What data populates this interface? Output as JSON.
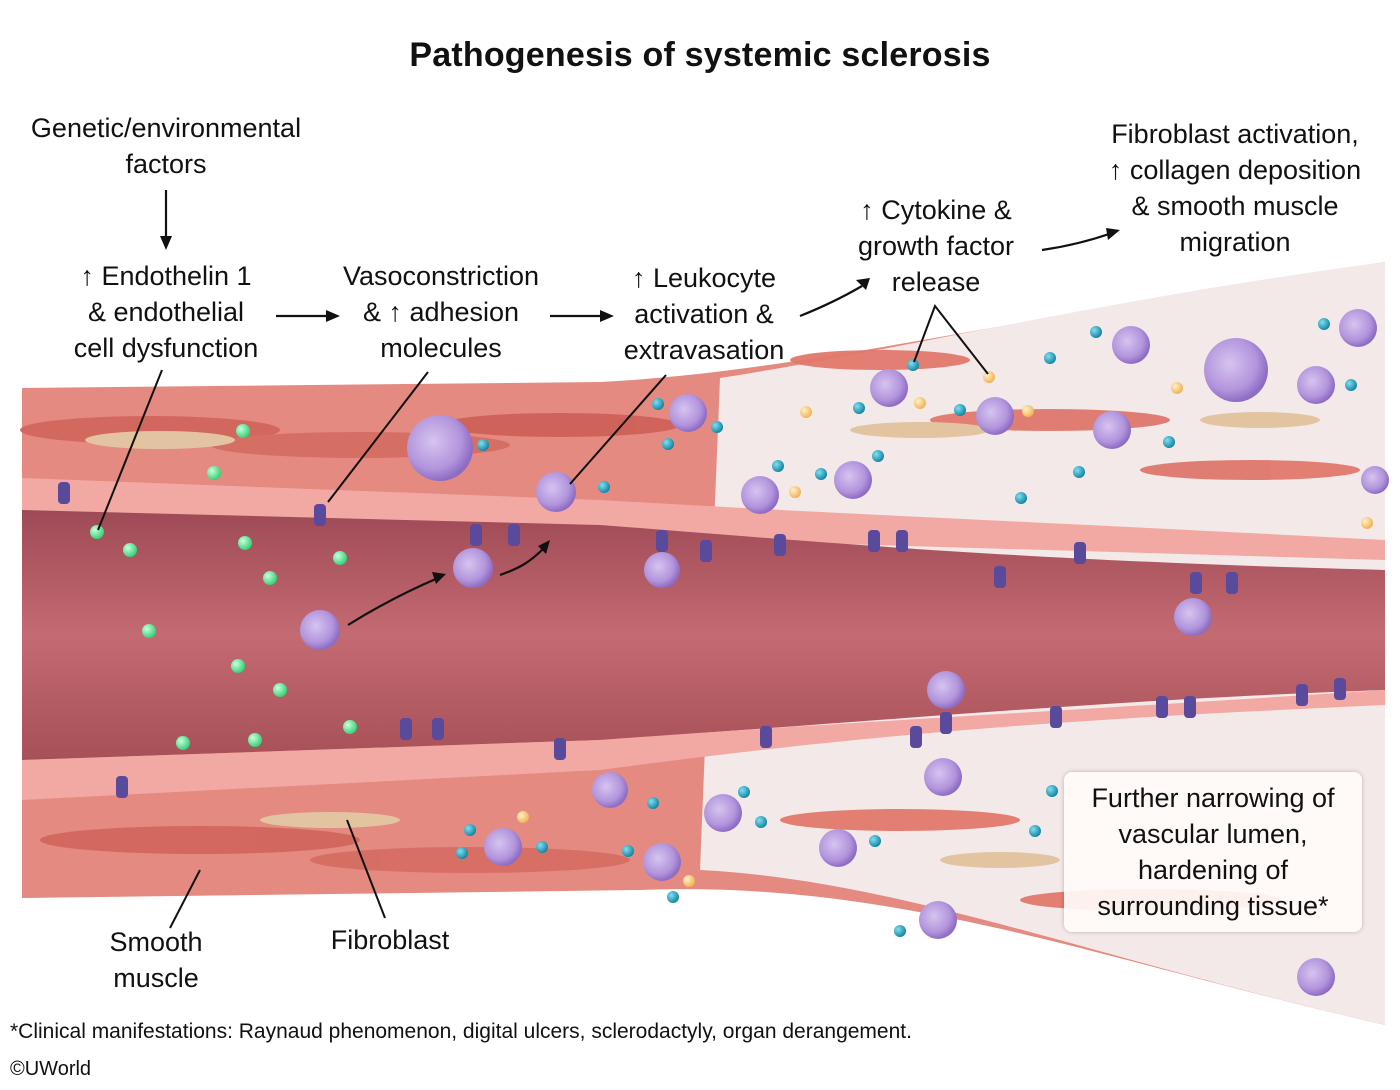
{
  "title": "Pathogenesis of systemic sclerosis",
  "labels": {
    "genetic": "Genetic/environmental\nfactors",
    "endothelin": "↑ Endothelin 1\n& endothelial\ncell dysfunction",
    "vasoconstriction": "Vasoconstriction\n& ↑ adhesion\nmolecules",
    "leukocyte": "↑ Leukocyte\nactivation &\nextravasation",
    "cytokine": "↑ Cytokine &\ngrowth factor\nrelease",
    "fibroblast_activation": "Fibroblast activation,\n↑ collagen deposition\n& smooth muscle\nmigration",
    "smooth_muscle": "Smooth\nmuscle",
    "fibroblast": "Fibroblast",
    "callout": "Further narrowing of\nvascular lumen,\nhardening of\nsurrounding tissue*"
  },
  "footnote": "*Clinical manifestations: Raynaud phenomenon, digital ulcers, sclerodactyly, organ derangement.",
  "copyright": "©UWorld",
  "colors": {
    "smooth_muscle": "#d9746a",
    "endothelium": "#f2a9a4",
    "lumen": "#b8606a",
    "fibroblast": "#e2c4a0",
    "collagen": "#f4eeee",
    "leukocyte": "#b596dc",
    "endothelin_particle": "#4fe08c",
    "cytokine_blue": "#1e9bb8",
    "cytokine_yellow": "#f6c46a",
    "adhesion_molecule": "#5a4a9c"
  }
}
